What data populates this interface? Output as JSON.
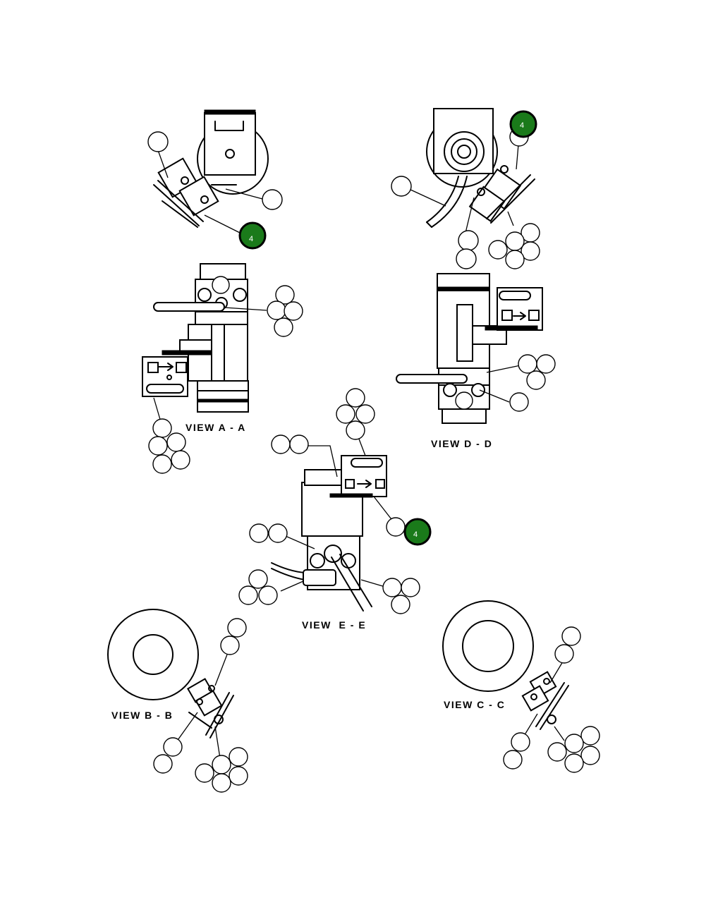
{
  "views": [
    {
      "id": "view-a-a",
      "label": "VIEW A - A"
    },
    {
      "id": "view-b-b",
      "label": "VIEW B - B"
    },
    {
      "id": "view-c-c",
      "label": "VIEW C - C"
    },
    {
      "id": "view-d-d",
      "label": "VIEW D - D"
    },
    {
      "id": "view-e-e",
      "label": "VIEW  E - E"
    }
  ],
  "highlighted_callouts": [
    {
      "number": "4",
      "fill": "#1a7a1a"
    },
    {
      "number": "4",
      "fill": "#1a7a1a"
    },
    {
      "number": "4",
      "fill": "#1a7a1a"
    }
  ],
  "colors": {
    "line": "#000000",
    "highlight": "#1a7a1a",
    "highlight_ring": "#000000"
  }
}
